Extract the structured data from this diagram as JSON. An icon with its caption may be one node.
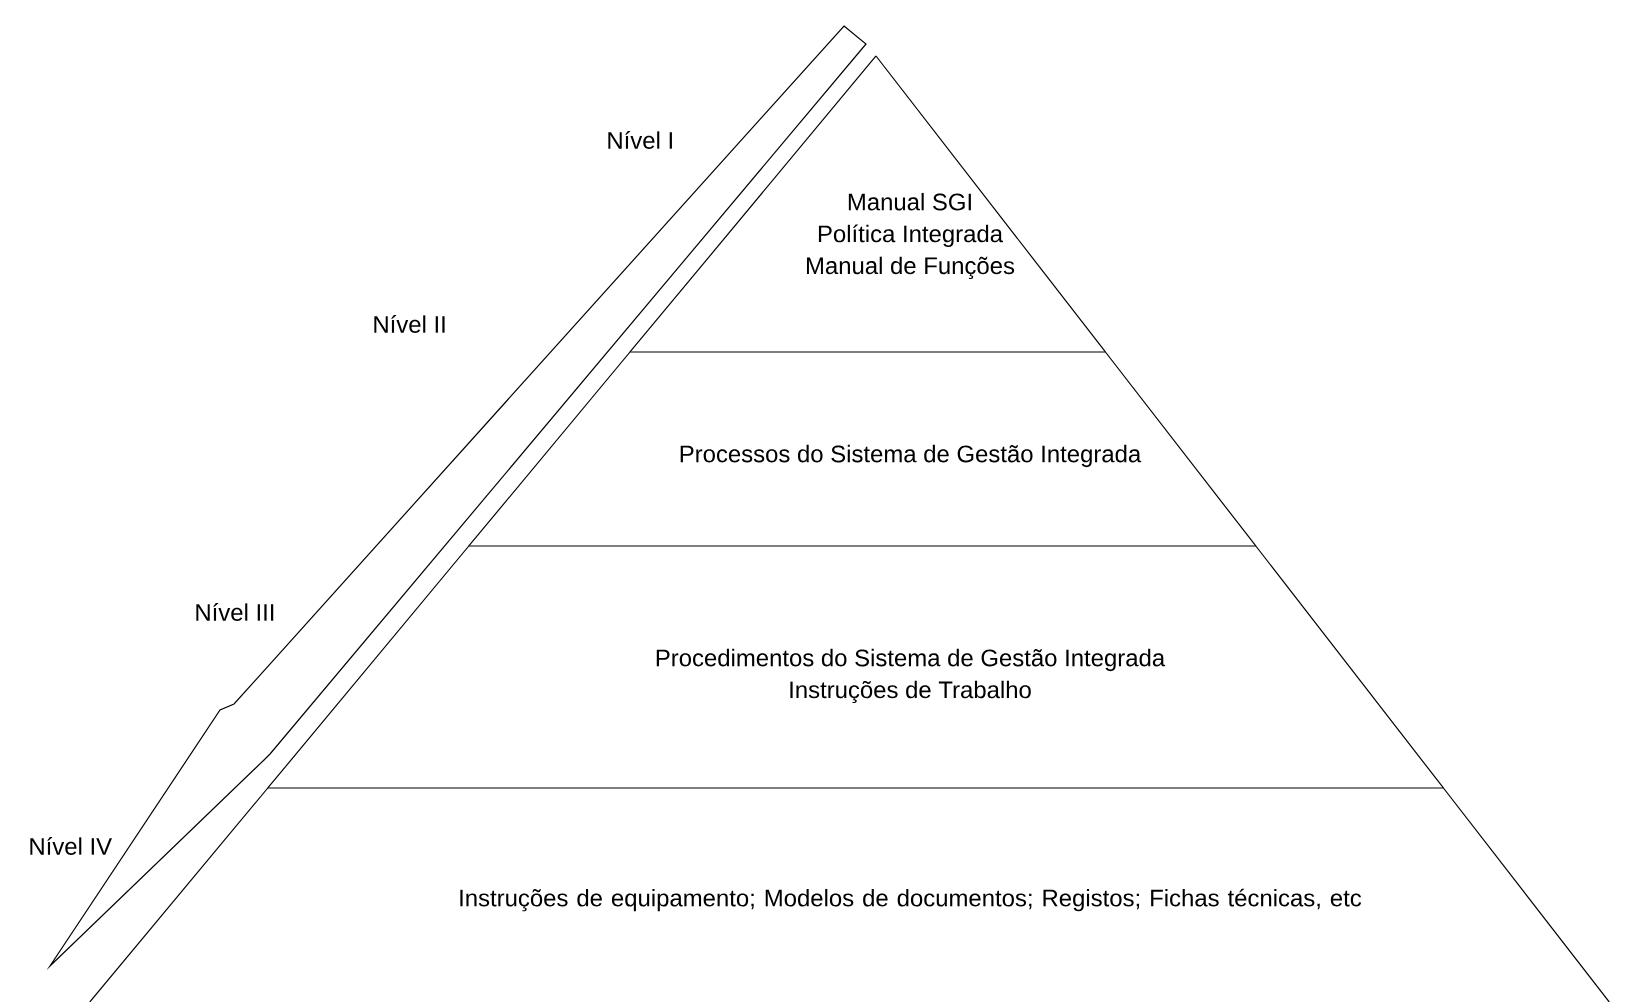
{
  "diagram": {
    "nodes": [
      {
        "text": [
          "Manual SGI",
          "Política Integrada",
          "Manual de Funções"
        ]
      },
      {
        "text": [
          "Processos do Sistema de Gestão Integrada"
        ]
      },
      {
        "text": [
          "Procedimentos do Sistema de Gestão Integrada",
          "Instruções de Trabalho"
        ]
      },
      {
        "text": [
          "Instruções de equipamento; Modelos de documentos; Registos; Fichas técnicas, etc"
        ]
      }
    ],
    "labels": [
      "Nível I",
      "Nível II",
      "Nível III",
      "Nível IV"
    ]
  }
}
